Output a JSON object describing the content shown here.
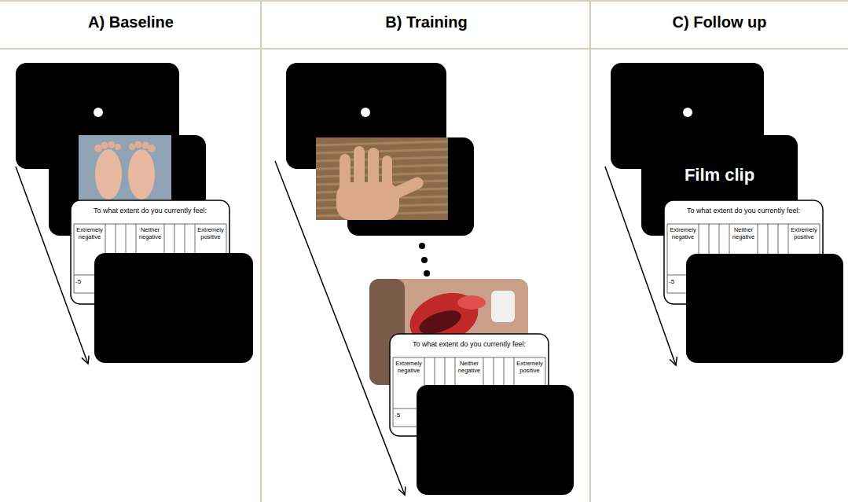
{
  "diagram": {
    "nodes": [
      {
        "text": [
          "A) Baseline"
        ]
      },
      {
        "text": [
          "To what extent do you currently feel:",
          "Extremely negative",
          "Neither negative",
          "Extremely positive",
          "-5"
        ],
        "in": 0
      },
      {
        "text": [
          "B) Training"
        ]
      },
      {
        "text": [
          "To what extent do you currently feel:",
          "Extremely negative",
          "Neither negative",
          "Extremely positive",
          "-5"
        ],
        "in": 2
      },
      {
        "text": [
          "C) Follow up"
        ]
      },
      {
        "text": [
          "Film clip"
        ],
        "in": 4
      },
      {
        "text": [
          "To what extent do you currently feel:",
          "Extremely negative",
          "Neither negative",
          "Extremely positive",
          "-5"
        ],
        "in": 4
      }
    ]
  }
}
